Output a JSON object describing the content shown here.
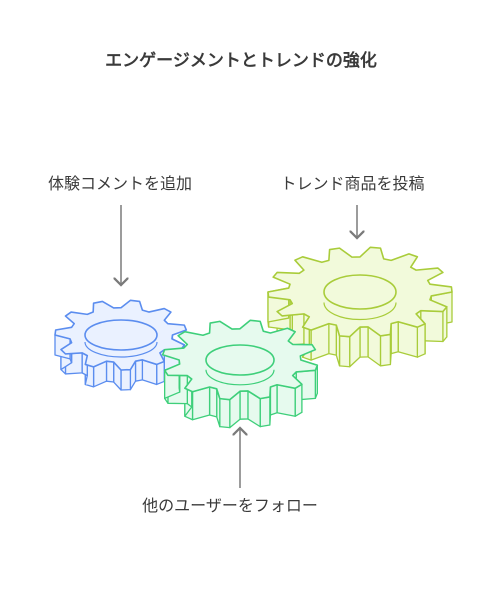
{
  "title": "エンゲージメントとトレンドの強化",
  "labels": {
    "left": "体験コメントを追加",
    "right": "トレンド商品を投稿",
    "bottom": "他のユーザーをフォロー"
  },
  "colors": {
    "blue_stroke": "#5b8def",
    "blue_fill": "#eaf1ff",
    "green_stroke": "#3ecf7a",
    "green_fill": "#e6faee",
    "olive_stroke": "#a9cc3a",
    "olive_fill": "#f2fadb",
    "arrow": "#7a7a7a"
  }
}
